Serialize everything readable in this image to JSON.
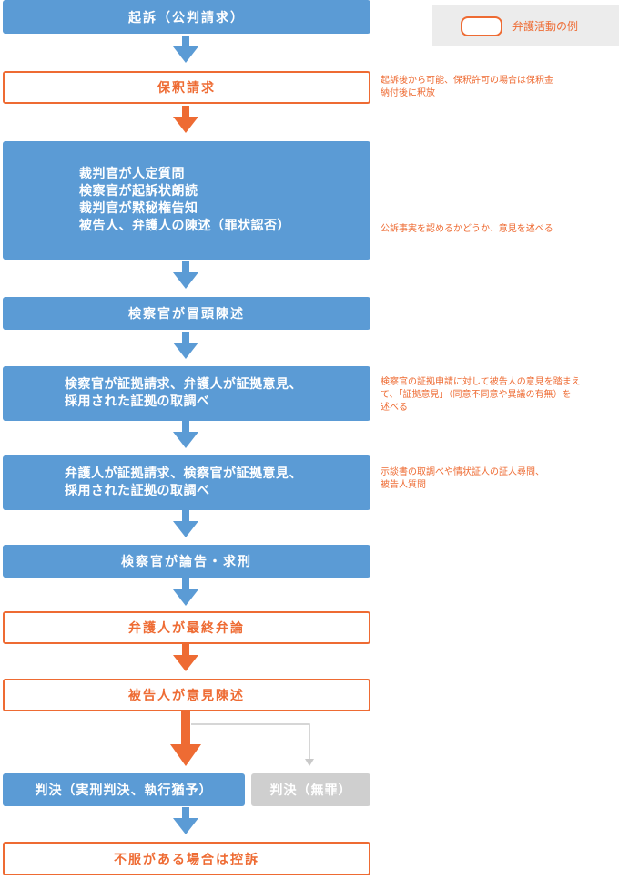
{
  "legend": {
    "label": "弁護活動の例"
  },
  "steps": {
    "indictment": "起訴（公判請求）",
    "bail": "保釈請求",
    "opening": {
      "line1": "裁判官が人定質問",
      "line2": "検察官が起訴状朗読",
      "line3": "裁判官が黙秘権告知",
      "line4": "被告人、弁護人の陳述（罪状認否）"
    },
    "prosecutor_opening": "検察官が冒頭陳述",
    "prosecutor_evidence": {
      "line1": "検察官が証拠請求、弁護人が証拠意見、",
      "line2": "採用された証拠の取調べ"
    },
    "defense_evidence": {
      "line1": "弁護人が証拠請求、検察官が証拠意見、",
      "line2": "採用された証拠の取調べ"
    },
    "closing": "検察官が論告・求刑",
    "defense_final": "弁護人が最終弁論",
    "defendant_statement": "被告人が意見陳述",
    "verdict_guilty": "判決（実刑判決、執行猶予）",
    "verdict_innocent": "判決（無罪）",
    "appeal": "不服がある場合は控訴"
  },
  "notes": {
    "bail": {
      "line1": "起訴後から可能、保釈許可の場合は保釈金",
      "line2": "納付後に釈放"
    },
    "opening": "公訴事実を認めるかどうか、意見を述べる",
    "prosecutor_evidence": {
      "line1": "検察官の証拠申請に対して被告人の意見を踏まえ",
      "line2": "て、「証拠意見」（同意不同意や異議の有無）を",
      "line3": "述べる"
    },
    "defense_evidence": {
      "line1": "示談書の取調べや情状証人の証人尋問、",
      "line2": "被告人質問"
    }
  },
  "colors": {
    "blue": "#5b9bd5",
    "orange": "#ee6b33",
    "gray": "#cfcfcf",
    "legend_bg": "#ececec"
  }
}
